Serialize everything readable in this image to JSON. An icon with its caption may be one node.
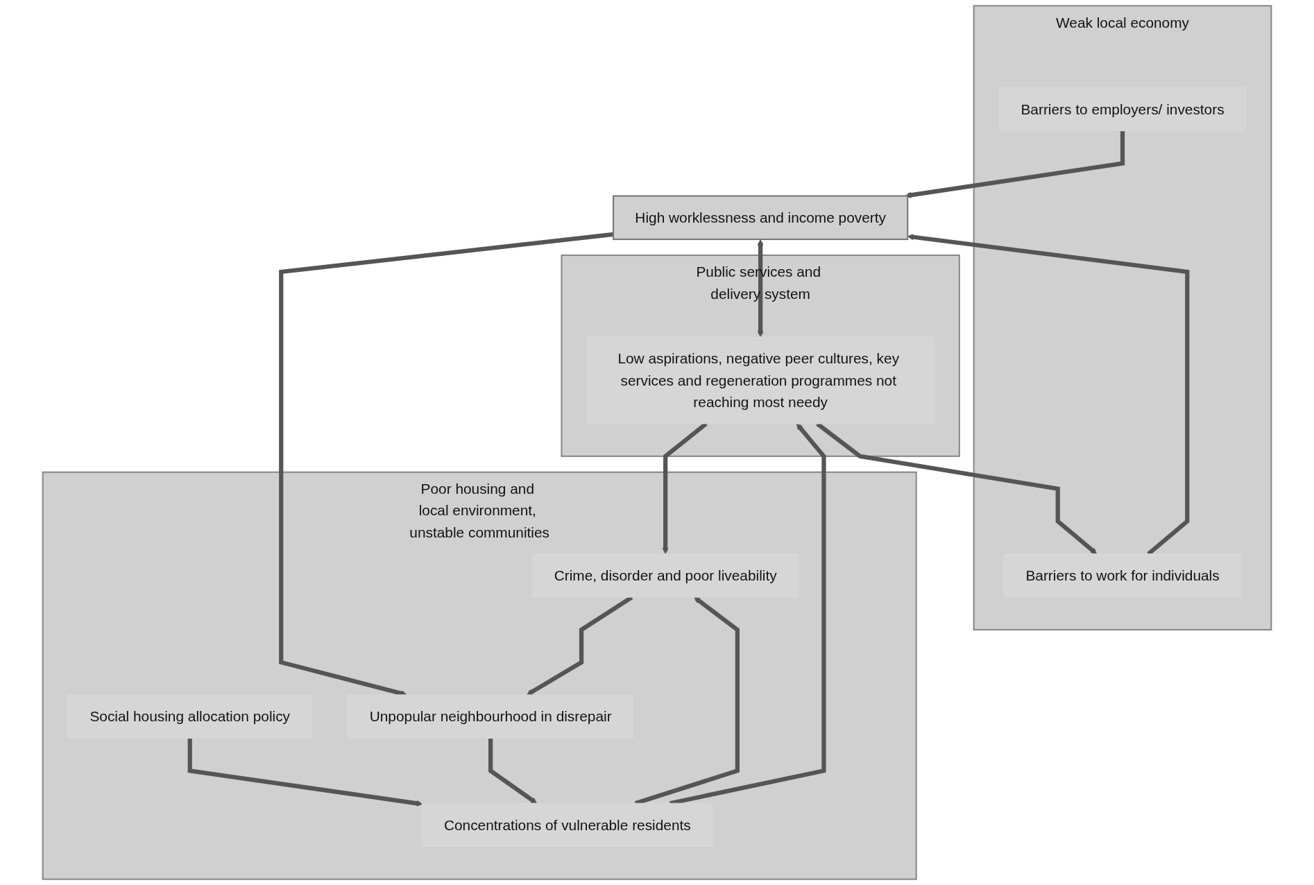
{
  "diagram": {
    "nodes": [
      {
        "text": [
          "Weak local economy"
        ]
      },
      {
        "text": [
          "Barriers to employers/ investors"
        ],
        "in": 0
      },
      {
        "text": [
          "Barriers to work for individuals"
        ],
        "in": 0
      },
      {
        "text": [
          "High worklessness and income poverty"
        ]
      },
      {
        "text": [
          "Public services and delivery system"
        ]
      },
      {
        "text": [
          "Low aspirations, negative peer cultures, key services and regeneration programmes not reaching most needy"
        ],
        "in": 4
      },
      {
        "text": [
          "Poor housing and local environment, unstable communities"
        ]
      },
      {
        "text": [
          "Unpopular neighbourhood in disrepair"
        ],
        "in": 6
      },
      {
        "text": [
          "Crime, disorder and poor liveability"
        ],
        "in": 6
      },
      {
        "text": [
          "Social housing allocation policy"
        ],
        "in": 6
      },
      {
        "text": [
          "Concentrations of vulnerable residents"
        ],
        "in": 6
      }
    ],
    "edges": [
      {
        "from": 1,
        "to": 3,
        "arrow": "to"
      },
      {
        "from": 2,
        "to": 3,
        "arrow": "to"
      },
      {
        "from": 3,
        "to": 5,
        "arrow": "both"
      },
      {
        "from": 3,
        "to": 7,
        "arrow": "to"
      },
      {
        "from": 5,
        "to": 2,
        "arrow": "to"
      },
      {
        "from": 5,
        "to": 8,
        "arrow": "to"
      },
      {
        "from": 8,
        "to": 7,
        "arrow": "to"
      },
      {
        "from": 10,
        "to": 8,
        "arrow": "to"
      },
      {
        "from": 9,
        "to": 10,
        "arrow": "to"
      },
      {
        "from": 7,
        "to": 10,
        "arrow": "to"
      },
      {
        "from": 10,
        "to": 5,
        "arrow": "to"
      }
    ]
  }
}
